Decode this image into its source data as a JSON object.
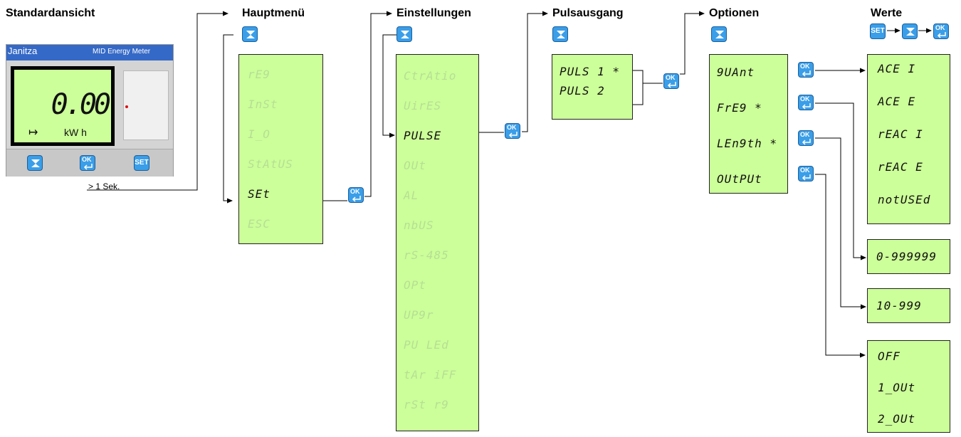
{
  "headings": {
    "standard": "Standardansicht",
    "hauptmenu": "Hauptmenü",
    "einstellungen": "Einstellungen",
    "pulsausgang": "Pulsausgang",
    "optionen": "Optionen",
    "werte": "Werte"
  },
  "device": {
    "brand": "Janitza",
    "model": "MID Energy Meter",
    "value": "0.00",
    "unit": "kW  h",
    "arrow": "↦",
    "note": "> 1 Sek."
  },
  "buttons": {
    "ok": "OK",
    "set": "SET"
  },
  "hauptmenu_items": [
    {
      "label": "rE9",
      "active": false
    },
    {
      "label": "InSt",
      "active": false
    },
    {
      "label": "I_O",
      "active": false
    },
    {
      "label": "StAtUS",
      "active": false
    },
    {
      "label": "SEt",
      "active": true
    },
    {
      "label": "ESC",
      "active": false
    }
  ],
  "einstellungen_items": [
    {
      "label": "CtrAtio",
      "active": false
    },
    {
      "label": "UirES",
      "active": false
    },
    {
      "label": "PULSE",
      "active": true
    },
    {
      "label": "OUt",
      "active": false
    },
    {
      "label": "AL",
      "active": false
    },
    {
      "label": "nbUS",
      "active": false
    },
    {
      "label": "rS-485",
      "active": false
    },
    {
      "label": "OPt",
      "active": false
    },
    {
      "label": "UP9r",
      "active": false
    },
    {
      "label": "PU LEd",
      "active": false
    },
    {
      "label": "tAr iFF",
      "active": false
    },
    {
      "label": "rSt r9",
      "active": false
    }
  ],
  "puls_items": [
    "PULS 1 *",
    "PULS 2"
  ],
  "option_items": [
    "9UAnt",
    "FrE9 *",
    "LEn9th *",
    "OUtPUt"
  ],
  "werte_quant": [
    "ACE I",
    "ACE E",
    "rEAC I",
    "rEAC E",
    "notUSEd"
  ],
  "werte_freq": "0-999999",
  "werte_length": "10-999",
  "werte_output": [
    "OFF",
    "1_OUt",
    "2_OUt"
  ],
  "colors": {
    "lcd": "#ccff99",
    "button": "#3a9ee8",
    "device_bar": "#3569c7"
  }
}
